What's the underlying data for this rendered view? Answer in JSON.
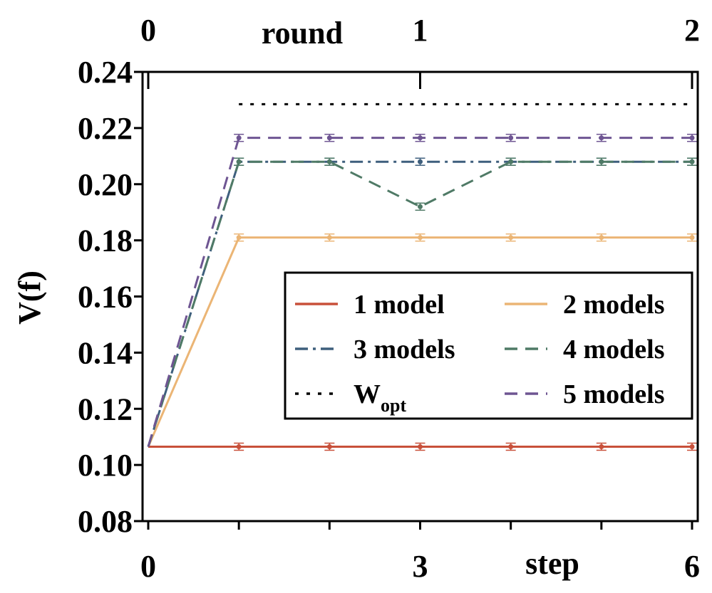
{
  "chart_data": {
    "type": "line",
    "x": [
      0,
      1,
      2,
      3,
      4,
      5,
      6
    ],
    "xlim": [
      0,
      6
    ],
    "ylim": [
      0.08,
      0.24
    ],
    "xticks": [
      0,
      1,
      2,
      3,
      4,
      5,
      6
    ],
    "xtick_labels": [
      "0",
      "",
      "",
      "3",
      "",
      "",
      "6"
    ],
    "yticks": [
      "0.08",
      "0.10",
      "0.12",
      "0.14",
      "0.16",
      "0.18",
      "0.20",
      "0.22",
      "0.24"
    ],
    "xlabel": "step",
    "ylabel": "V(f)",
    "top_axis": {
      "label": "round",
      "ticks": [
        0,
        3,
        6
      ],
      "tick_labels": [
        "0",
        "1",
        "2"
      ]
    },
    "legend_placement": "center-right",
    "legend_columns": 2,
    "grid": false,
    "series": [
      {
        "name": "1 model",
        "dash": "solid",
        "color": "#c8503a",
        "values": [
          0.1065,
          0.1065,
          0.1065,
          0.1065,
          0.1065,
          0.1065,
          0.1065
        ]
      },
      {
        "name": "2 models",
        "dash": "solid",
        "color": "#ebb575",
        "values": [
          0.1065,
          0.181,
          0.181,
          0.181,
          0.181,
          0.181,
          0.181
        ]
      },
      {
        "name": "3 models",
        "dash": "dashdot",
        "color": "#3e5f7d",
        "values": [
          0.1065,
          0.208,
          0.208,
          0.208,
          0.208,
          0.208,
          0.208
        ]
      },
      {
        "name": "4 models",
        "dash": "dashed",
        "color": "#4f7a66",
        "values": [
          0.1065,
          0.208,
          0.208,
          0.192,
          0.208,
          0.208,
          0.208
        ]
      },
      {
        "name": "W_opt",
        "label_main": "W",
        "label_sub": "opt",
        "dash": "dotted",
        "color": "#000000",
        "values": [
          null,
          0.2285,
          0.2285,
          0.2285,
          0.2285,
          0.2285,
          0.2285
        ]
      },
      {
        "name": "5 models",
        "dash": "dashed",
        "color": "#6e5592",
        "values": [
          0.1065,
          0.2165,
          0.2165,
          0.2165,
          0.2165,
          0.2165,
          0.2165
        ]
      }
    ]
  }
}
